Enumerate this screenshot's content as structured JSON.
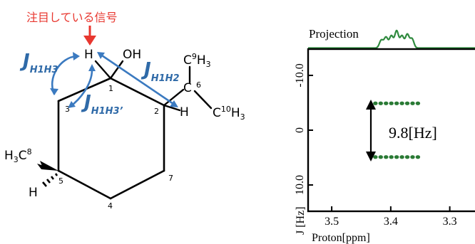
{
  "colors": {
    "red": "#e8372f",
    "coupling_blue": "#3b7ac0",
    "label_blue": "#2f6aa8",
    "peak_green": "#2f8a3e",
    "dot_green": "#2a7a35",
    "ink": "#000000"
  },
  "molecule": {
    "callout": "注目している信号",
    "atoms": {
      "h_top": "H",
      "oh": "OH",
      "c9": "C",
      "c9_sup": "9",
      "c9_h": "H",
      "c9_sub": "3",
      "c10": "C",
      "c10_sup": "10",
      "c10_h": "H",
      "c10_sub": "3",
      "h_c2": "H",
      "h3c": "H",
      "h3c_sub": "3",
      "h3c_c": "C",
      "h3c_sup": "8",
      "h_c5": "H"
    },
    "numbers": [
      "1",
      "2",
      "3",
      "4",
      "5",
      "6",
      "7"
    ],
    "couplings": [
      {
        "J": "J",
        "sub": "H1H3"
      },
      {
        "J": "J",
        "sub": "H1H2"
      },
      {
        "J": "J",
        "sub": "H1H3’"
      }
    ]
  },
  "spectrum": {
    "projection_label": "Projection",
    "y_axis_label": "J [Hz]",
    "y_ticks": [
      {
        "value": -10.0,
        "label": "-10.0"
      },
      {
        "value": 0,
        "label": "0"
      },
      {
        "value": 10.0,
        "label": "10.0"
      }
    ],
    "x_axis_label": "Proton[ppm]",
    "x_ticks": [
      {
        "value": 3.5,
        "label": "3.5"
      },
      {
        "value": 3.4,
        "label": "3.4"
      },
      {
        "value": 3.3,
        "label": "3.3"
      }
    ],
    "splitting_label": "9.8[Hz]",
    "multiplet_center_ppm": 3.39,
    "peak_rows_hz": [
      -4.9,
      4.9
    ]
  }
}
